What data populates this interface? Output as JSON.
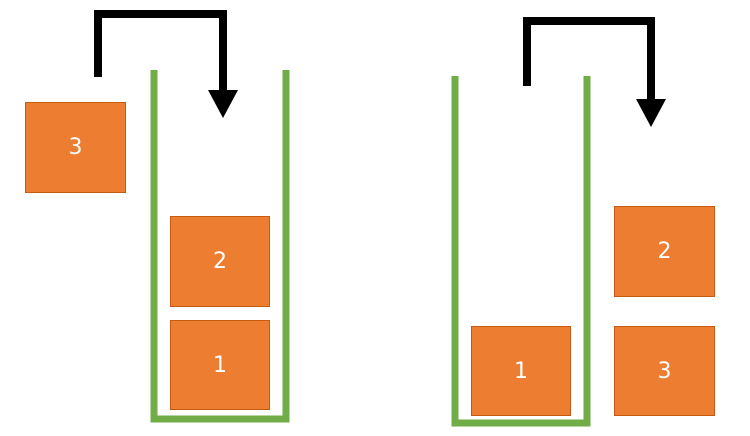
{
  "colors": {
    "box_fill": "#ed7d31",
    "box_border": "#c55a11",
    "container_stroke": "#70ad47",
    "arrow_stroke": "#000000",
    "label_text": "#ffffff"
  },
  "left_panel": {
    "outside_box_label": "3",
    "stack_top_label": "2",
    "stack_bottom_label": "1"
  },
  "right_panel": {
    "stack_bottom_label": "1",
    "outside_top_label": "2",
    "outside_bottom_label": "3"
  }
}
